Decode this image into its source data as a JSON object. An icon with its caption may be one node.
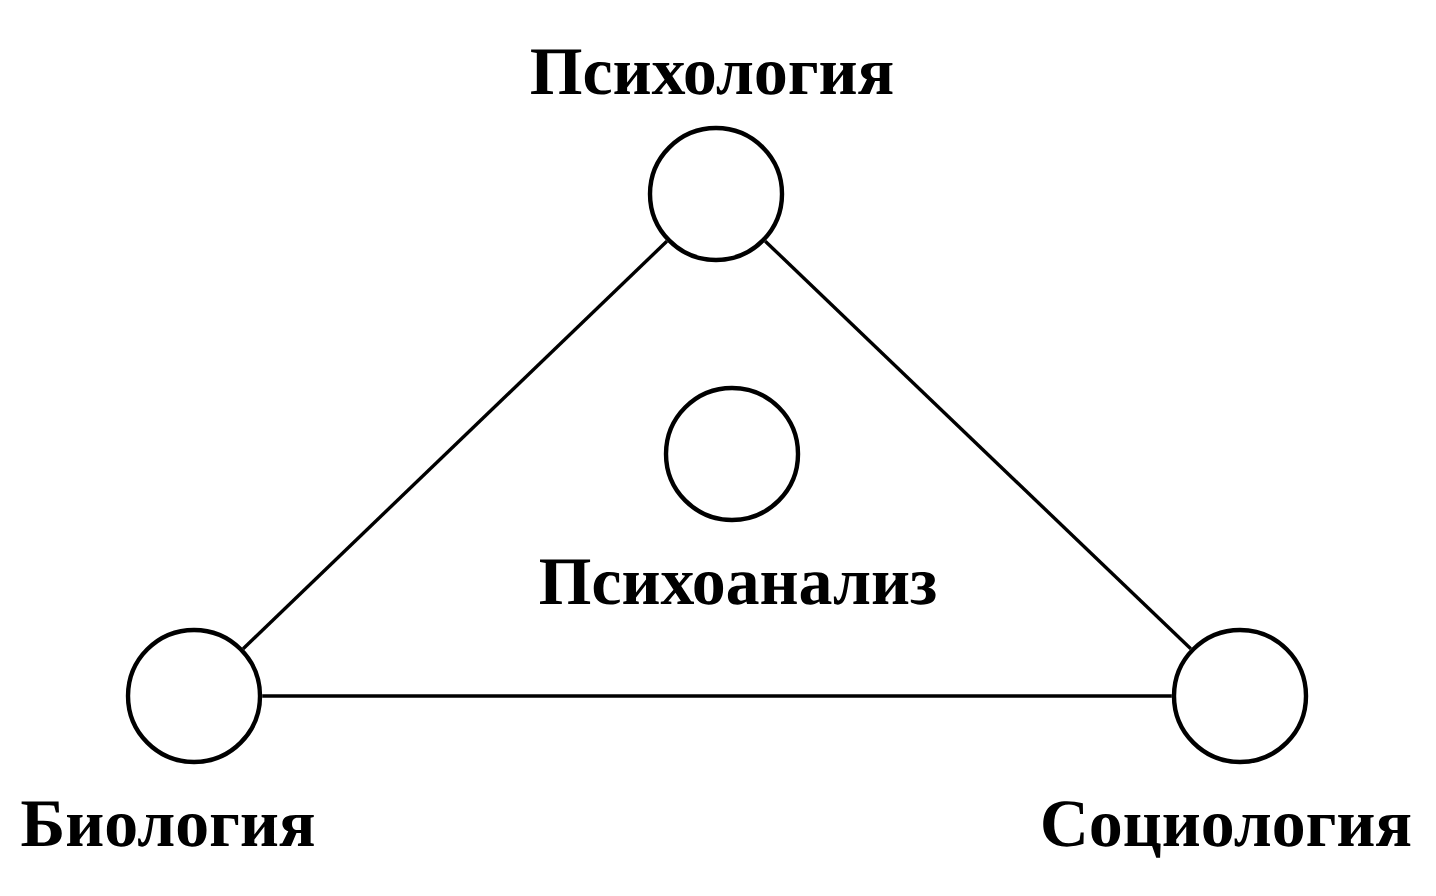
{
  "diagram": {
    "nodes": [
      {
        "text": [
          "Психология"
        ]
      },
      {
        "text": [
          "Психоанализ"
        ]
      },
      {
        "text": [
          "Биология"
        ]
      },
      {
        "text": [
          "Социология"
        ]
      }
    ],
    "edges": [
      {
        "from": 0,
        "to": 2,
        "arrow": "none"
      },
      {
        "from": 0,
        "to": 3,
        "arrow": "none"
      },
      {
        "from": 2,
        "to": 3,
        "arrow": "none"
      }
    ]
  }
}
